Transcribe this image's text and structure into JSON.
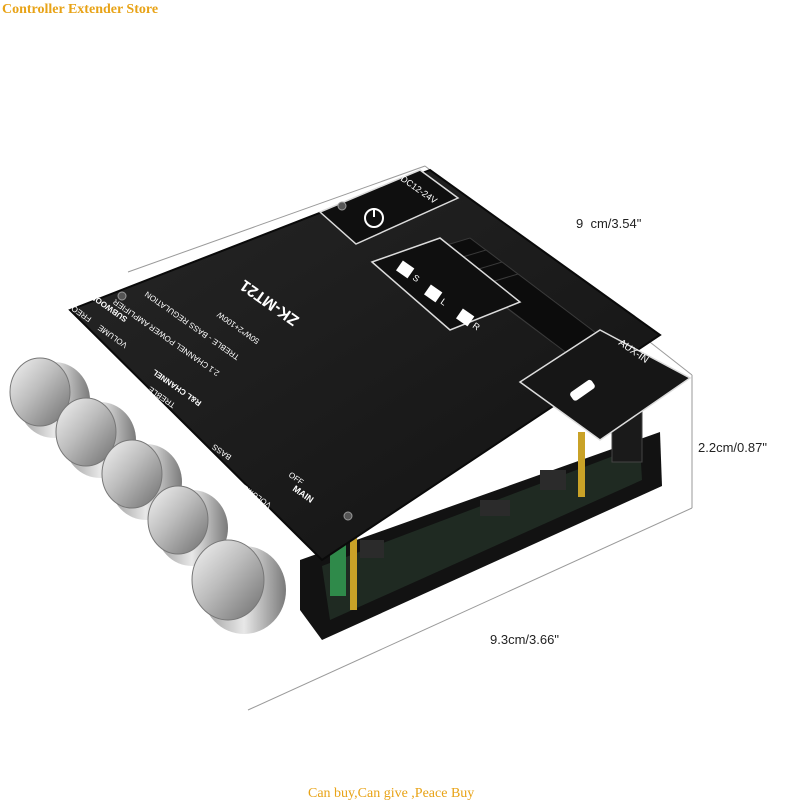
{
  "watermark": {
    "top_left": "Controller Extender Store",
    "bottom": "Can buy,Can give ,Peace Buy"
  },
  "dimensions": {
    "length": "9  cm/3.54\"",
    "height": "2.2cm/0.87\"",
    "width": "9.3cm/3.66\""
  },
  "board": {
    "model": "ZK-MT21",
    "spec_line1": "50W*2+100W",
    "spec_line2": "TREBLE - BASS REGULATION",
    "spec_line3": "2.1 CHANNEL POWER AMPLIFIER",
    "power_label": "DC12-24V",
    "aux_label": "AUX-IN",
    "speaker_s": "S",
    "speaker_l": "L",
    "speaker_r": "R",
    "plus": "+",
    "minus": "−",
    "subwoofer": "SUBWOOFER",
    "freq": "FREQ",
    "volume": "VOLUME",
    "rl_channel": "R&L CHANNEL",
    "treble": "TREBLE",
    "bass": "BASS",
    "main": "MAIN",
    "off": "OFF",
    "main_volume": "VOLUME"
  },
  "colors": {
    "board_top": "#1b1b1b",
    "board_side": "#0d0d0d",
    "knob_light": "#e6e6e6",
    "knob_dark": "#8a8a8a",
    "watermark": "#e8a317"
  }
}
